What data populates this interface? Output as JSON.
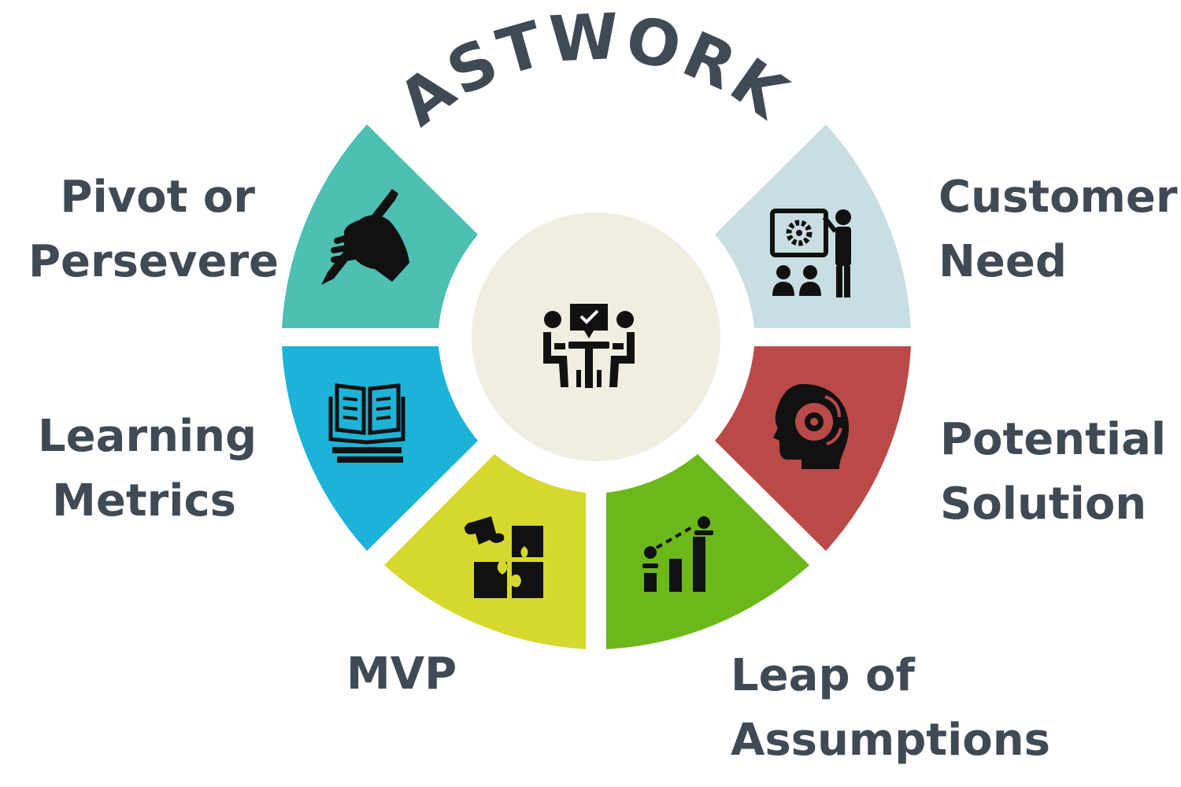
{
  "title": "FASTWORKS",
  "center": {
    "icon": "meeting-table-icon",
    "fill": "#efeee0"
  },
  "segments": [
    {
      "id": "customer-need",
      "lines": [
        "Customer",
        "Need"
      ],
      "color": "#c9dee2",
      "icon": "presentation-icon"
    },
    {
      "id": "potential-solution",
      "lines": [
        "Potential",
        "Solution"
      ],
      "color": "#b94a48",
      "icon": "brain-gear-icon"
    },
    {
      "id": "leap-of-assumptions",
      "lines": [
        "Leap of",
        "Assumptions"
      ],
      "color": "#6cb81b",
      "icon": "growth-chart-icon"
    },
    {
      "id": "mvp",
      "lines": [
        "MVP"
      ],
      "color": "#d6d82d",
      "icon": "puzzle-icon"
    },
    {
      "id": "learning-metrics",
      "lines": [
        "Learning",
        "Metrics"
      ],
      "color": "#1db3d8",
      "icon": "book-icon"
    },
    {
      "id": "pivot-or-persevere",
      "lines": [
        "Pivot or",
        "Persevere"
      ],
      "color": "#4dbfb3",
      "icon": "hand-pencil-icon"
    }
  ],
  "colors": {
    "text": "#3f4a55",
    "icon": "#111111"
  }
}
